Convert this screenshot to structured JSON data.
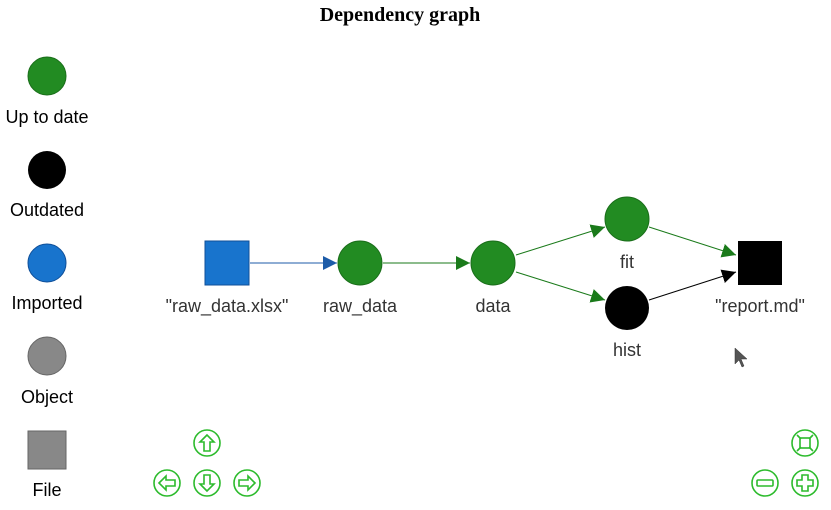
{
  "title": "Dependency graph",
  "legend": [
    {
      "label": "Up to date",
      "shape": "circle",
      "color": "#228b22"
    },
    {
      "label": "Outdated",
      "shape": "circle",
      "color": "#000000"
    },
    {
      "label": "Imported",
      "shape": "circle",
      "color": "#1874cd"
    },
    {
      "label": "Object",
      "shape": "circle",
      "color": "#888888"
    },
    {
      "label": "File",
      "shape": "square",
      "color": "#888888"
    }
  ],
  "nodes": {
    "raw_data_xlsx": {
      "label": "\"raw_data.xlsx\"",
      "shape": "square",
      "color": "#1874cd",
      "status": "imported"
    },
    "raw_data": {
      "label": "raw_data",
      "shape": "circle",
      "color": "#228b22",
      "status": "up to date"
    },
    "data": {
      "label": "data",
      "shape": "circle",
      "color": "#228b22",
      "status": "up to date"
    },
    "fit": {
      "label": "fit",
      "shape": "circle",
      "color": "#228b22",
      "status": "up to date"
    },
    "hist": {
      "label": "hist",
      "shape": "circle",
      "color": "#000000",
      "status": "outdated"
    },
    "report_md": {
      "label": "\"report.md\"",
      "shape": "square",
      "color": "#000000",
      "status": "outdated"
    }
  },
  "edges": [
    {
      "from": "raw_data_xlsx",
      "to": "raw_data",
      "color": "#1c5ba8"
    },
    {
      "from": "raw_data",
      "to": "data",
      "color": "#1a7a1a"
    },
    {
      "from": "data",
      "to": "fit",
      "color": "#1a7a1a"
    },
    {
      "from": "data",
      "to": "hist",
      "color": "#1a7a1a"
    },
    {
      "from": "fit",
      "to": "report_md",
      "color": "#1a7a1a"
    },
    {
      "from": "hist",
      "to": "report_md",
      "color": "#000000"
    }
  ],
  "controls": {
    "color": "#2dbb2d",
    "buttons": [
      "up",
      "left",
      "down",
      "right",
      "fit",
      "zoom-out",
      "zoom-in"
    ]
  }
}
